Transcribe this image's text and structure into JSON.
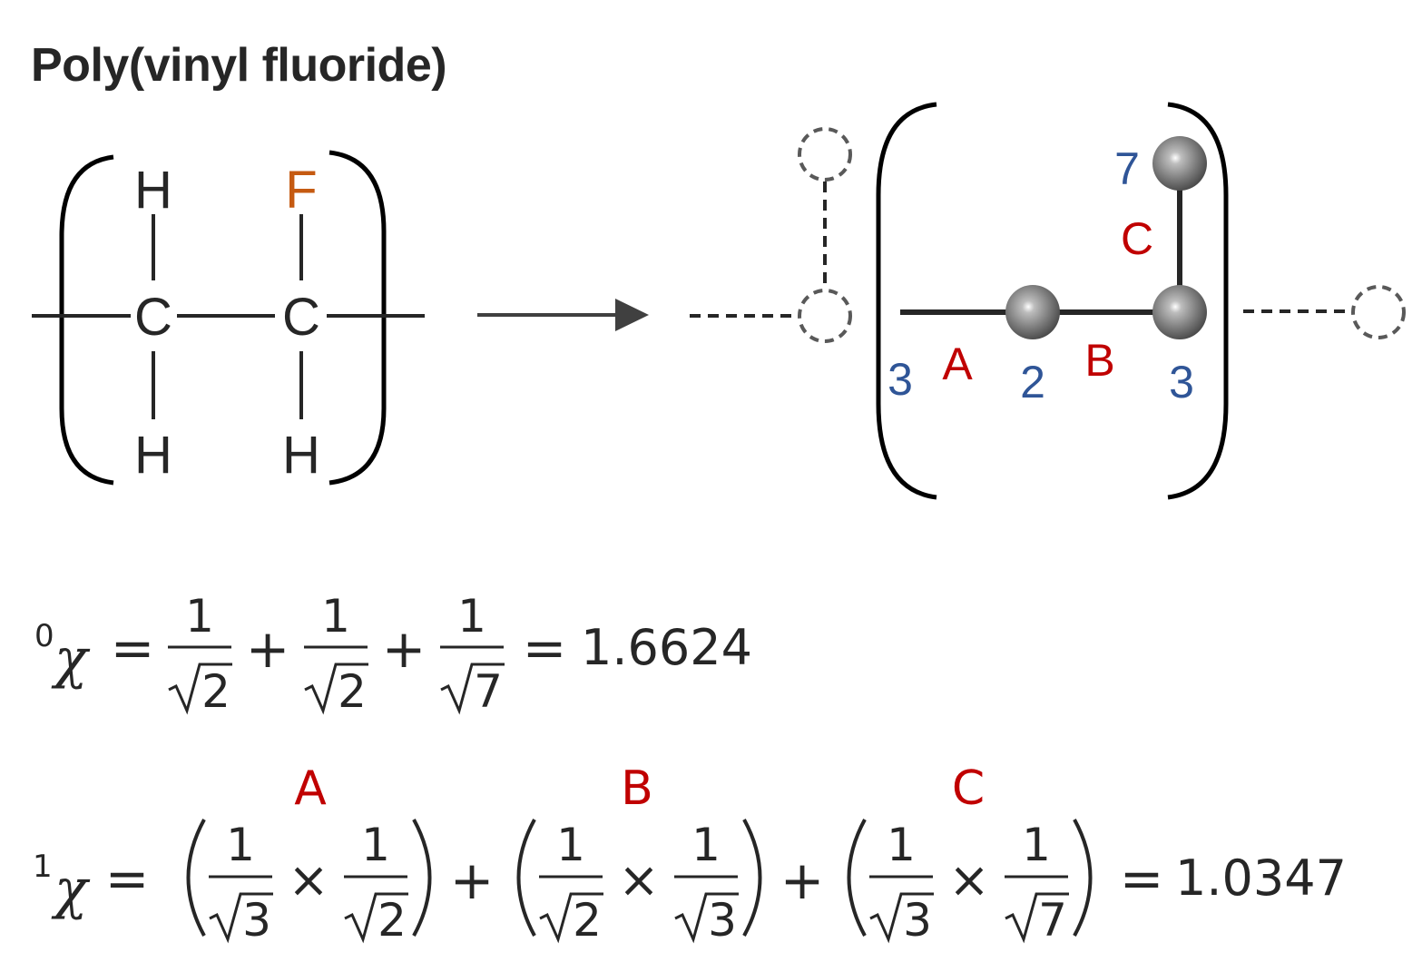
{
  "title": "Poly(vinyl fluoride)",
  "colors": {
    "ink": "#262626",
    "fluorine": "#C55A11",
    "bond_label": "#C00000",
    "degree_label": "#2F5597",
    "node": "#7a7a7a"
  },
  "structure": {
    "atoms": {
      "h_top_left": "H",
      "f_top": "F",
      "c_left": "C",
      "c_right": "C",
      "h_bottom_left": "H",
      "h_bottom_right": "H"
    }
  },
  "graph": {
    "bond_labels": {
      "a": "A",
      "b": "B",
      "c": "C"
    },
    "degree_labels": {
      "left_end": "3",
      "middle": "2",
      "branch_base": "3",
      "branch_top": "7"
    }
  },
  "equations": {
    "chi0": {
      "prefix_sup": "0",
      "symbol": "χ",
      "equals": "=",
      "terms": [
        {
          "num": "1",
          "den": "2"
        },
        {
          "num": "1",
          "den": "2"
        },
        {
          "num": "1",
          "den": "7"
        }
      ],
      "plus": "+",
      "result": "1.6624"
    },
    "chi1": {
      "prefix_sup": "1",
      "symbol": "χ",
      "equals": "=",
      "times": "×",
      "plus": "+",
      "groups": [
        {
          "label": "A",
          "f1": {
            "num": "1",
            "den": "3"
          },
          "f2": {
            "num": "1",
            "den": "2"
          }
        },
        {
          "label": "B",
          "f1": {
            "num": "1",
            "den": "2"
          },
          "f2": {
            "num": "1",
            "den": "3"
          }
        },
        {
          "label": "C",
          "f1": {
            "num": "1",
            "den": "3"
          },
          "f2": {
            "num": "1",
            "den": "7"
          }
        }
      ],
      "result": "1.0347"
    }
  }
}
